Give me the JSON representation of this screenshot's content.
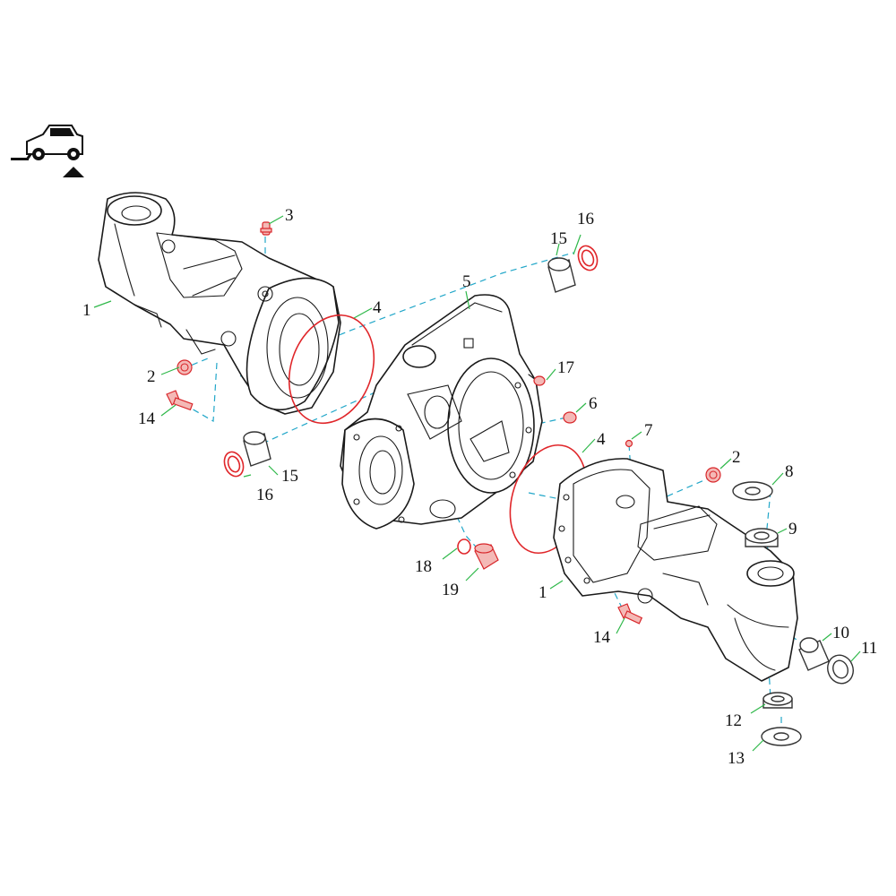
{
  "diagram": {
    "callouts": [
      {
        "id": "c1a",
        "text": "1"
      },
      {
        "id": "c1b",
        "text": "1"
      },
      {
        "id": "c2a",
        "text": "2"
      },
      {
        "id": "c2b",
        "text": "2"
      },
      {
        "id": "c3",
        "text": "3"
      },
      {
        "id": "c4a",
        "text": "4"
      },
      {
        "id": "c4b",
        "text": "4"
      },
      {
        "id": "c5",
        "text": "5"
      },
      {
        "id": "c6",
        "text": "6"
      },
      {
        "id": "c7",
        "text": "7"
      },
      {
        "id": "c8",
        "text": "8"
      },
      {
        "id": "c9",
        "text": "9"
      },
      {
        "id": "c10",
        "text": "10"
      },
      {
        "id": "c11",
        "text": "11"
      },
      {
        "id": "c12",
        "text": "12"
      },
      {
        "id": "c13",
        "text": "13"
      },
      {
        "id": "c14a",
        "text": "14"
      },
      {
        "id": "c14b",
        "text": "14"
      },
      {
        "id": "c15a",
        "text": "15"
      },
      {
        "id": "c15b",
        "text": "15"
      },
      {
        "id": "c16a",
        "text": "16"
      },
      {
        "id": "c16b",
        "text": "16"
      },
      {
        "id": "c17",
        "text": "17"
      },
      {
        "id": "c18",
        "text": "18"
      },
      {
        "id": "c19",
        "text": "19"
      }
    ],
    "colors": {
      "line": "#1a1a1a",
      "seal_red": "#e0262a",
      "axis_cyan": "#22a7c9",
      "leader_green": "#2fb84a"
    }
  }
}
